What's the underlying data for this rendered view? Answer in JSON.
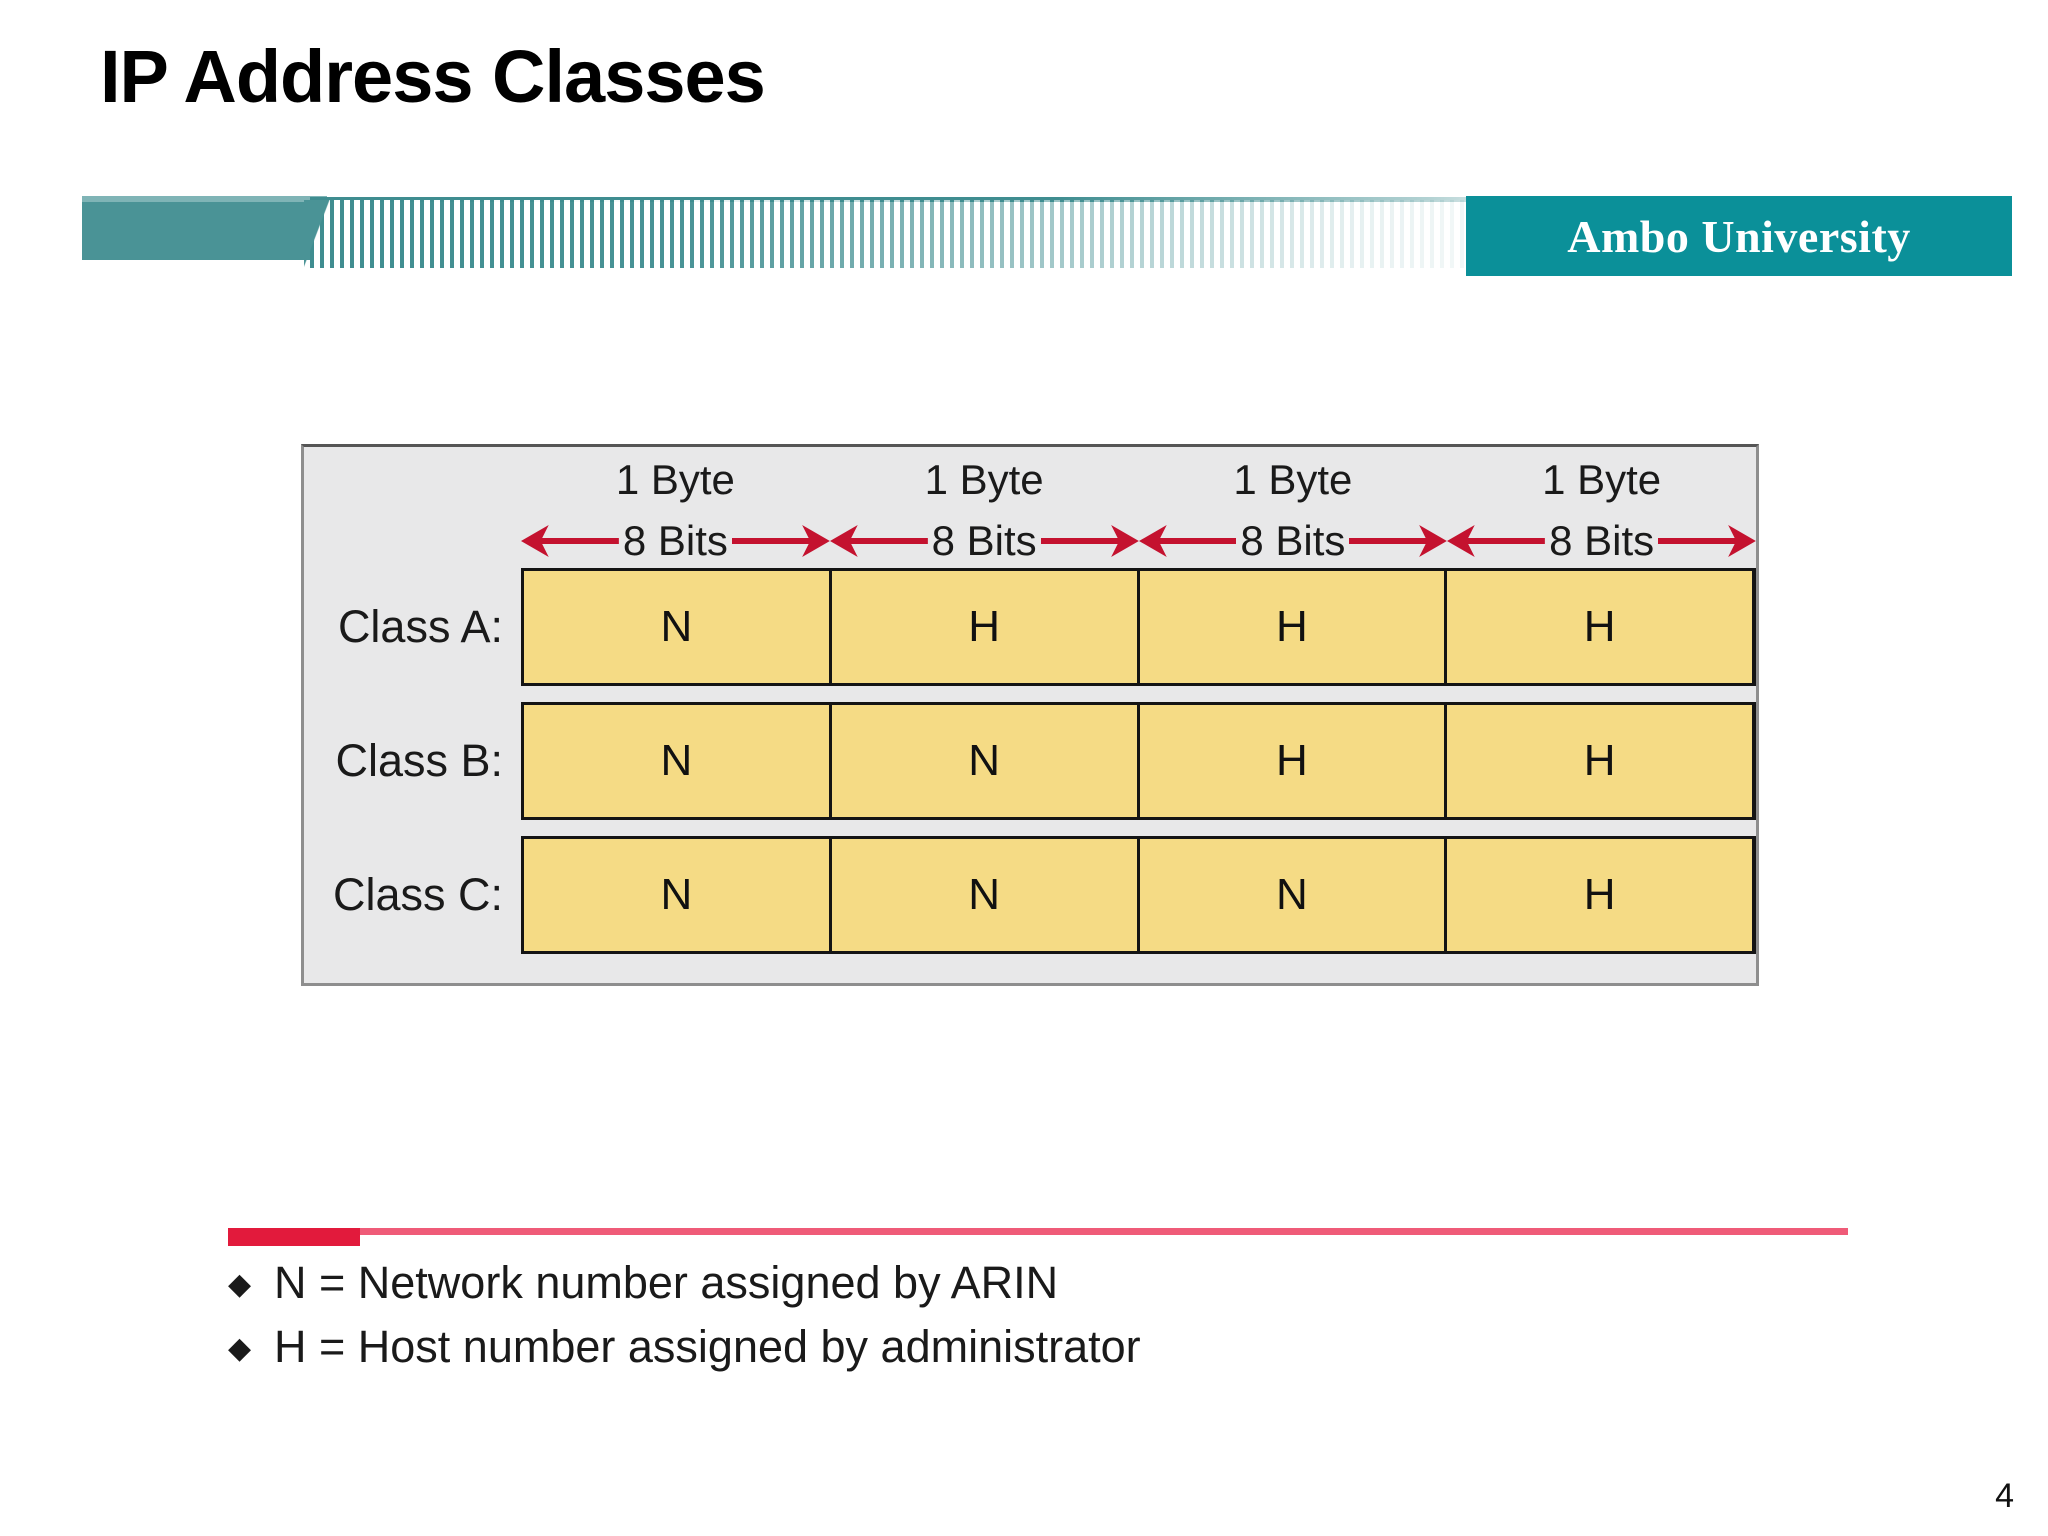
{
  "slide": {
    "title": "IP Address Classes",
    "page_number": "4",
    "brand": {
      "university": "Ambo University",
      "banner_teal": "#4a9396",
      "block_teal": "#0b9099",
      "accent_red": "#e21a3c",
      "accent_pink": "#ef5b78"
    }
  },
  "diagram": {
    "name": "ip-address-class-byte-layout",
    "panel_background": "#e8e8e9",
    "cell_fill": "#f5db85",
    "arrow_color": "#c4122f",
    "byte_headers": [
      {
        "byte": "1 Byte",
        "bits": "8 Bits"
      },
      {
        "byte": "1 Byte",
        "bits": "8 Bits"
      },
      {
        "byte": "1 Byte",
        "bits": "8 Bits"
      },
      {
        "byte": "1 Byte",
        "bits": "8 Bits"
      }
    ],
    "rows": [
      {
        "label": "Class A:",
        "cells": [
          "N",
          "H",
          "H",
          "H"
        ]
      },
      {
        "label": "Class B:",
        "cells": [
          "N",
          "N",
          "H",
          "H"
        ]
      },
      {
        "label": "Class C:",
        "cells": [
          "N",
          "N",
          "N",
          "H"
        ]
      }
    ]
  },
  "notes": {
    "bullet_glyph": "◆",
    "items": [
      "N = Network number assigned by ARIN",
      "H = Host number assigned by administrator"
    ]
  }
}
